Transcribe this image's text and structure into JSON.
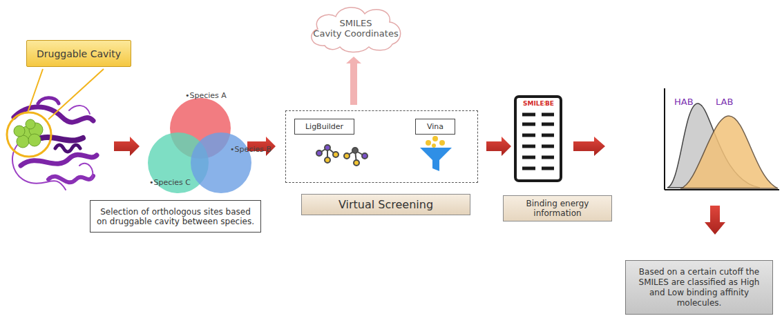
{
  "diagram": {
    "nodes": [
      {
        "text": [
          "Druggable Cavity"
        ]
      },
      {
        "text": [
          "Selection of orthologous sites based on druggable cavity between species."
        ]
      },
      {
        "text": [
          "Virtual Screening"
        ]
      },
      {
        "text": [
          "LigBuilder"
        ],
        "in": 2
      },
      {
        "text": [
          "Vina"
        ],
        "in": 2
      },
      {
        "text": [
          "SMILES",
          "Cavity Coordinates"
        ]
      },
      {
        "text": [
          "Binding energy information"
        ]
      },
      {
        "text": [
          "Based on a certain cutoff the SMILES are classified as High and Low binding affinity molecules."
        ]
      }
    ],
    "edges": [
      {
        "from": 1,
        "to": 2,
        "arrow": "to"
      },
      {
        "from": 2,
        "to": 5,
        "arrow": "to"
      },
      {
        "from": 2,
        "to": 6,
        "arrow": "to"
      }
    ],
    "labels": [
      "•Species A",
      "•Species B",
      "•Species C",
      "SMILES",
      "BE",
      "HAB",
      "LAB"
    ]
  }
}
